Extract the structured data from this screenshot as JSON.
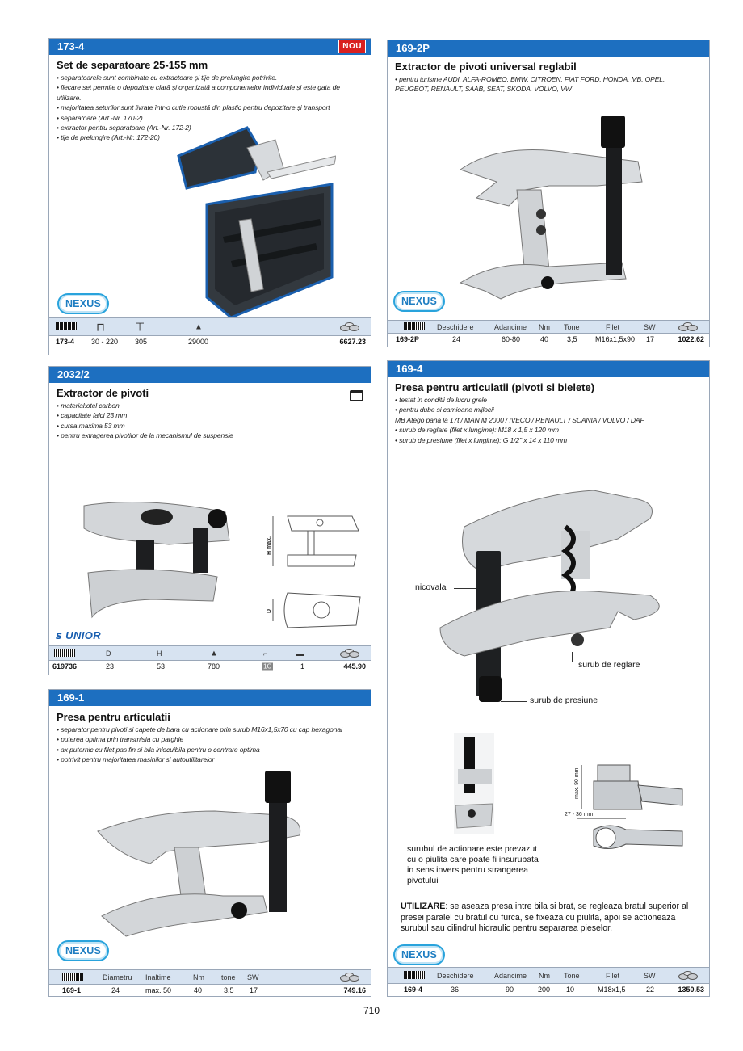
{
  "page_number": "710",
  "cards": {
    "c1734": {
      "code": "173-4",
      "badge": "NOU",
      "title": "Set de separatoare 25-155 mm",
      "bullets": [
        "separatoarele sunt combinate cu extractoare și tije de prelungire potrivite.",
        "fiecare set permite o depozitare clară și organizată a  componentelor individuale și este gata de",
        "utilizare.",
        "majoritatea seturilor sunt livrate într-o cutie robustă din plastic pentru depozitare și transport",
        "separatoare (Art.-Nr. 170-2)",
        "extractor pentru separatoare (Art.-Nr. 172-2)",
        "tije de prelungire (Art.-Nr. 172-20)"
      ],
      "brand": "NEXUS",
      "row": [
        "173-4",
        "30 - 220",
        "305",
        "29000",
        "6627.23"
      ]
    },
    "c1692p": {
      "code": "169-2P",
      "title": "Extractor de pivoti universal reglabil",
      "bullets": [
        "pentru turisme AUDI, ALFA-ROMEO, BMW, CITROEN, FIAT FORD, HONDA, MB, OPEL,",
        "PEUGEOT, RENAULT, SAAB, SEAT, SKODA, VOLVO, VW"
      ],
      "brand": "NEXUS",
      "headers": [
        "Deschidere",
        "Adancime",
        "Nm",
        "Tone",
        "Filet",
        "SW"
      ],
      "row": [
        "169-2P",
        "24",
        "60-80",
        "40",
        "3,5",
        "M16x1,5x90",
        "17",
        "1022.62"
      ]
    },
    "c2032": {
      "code": "2032/2",
      "title": "Extractor de pivoti",
      "bullets": [
        "material:otel carbon",
        "capacitate falci 23 mm",
        "cursa maxima 53 mm",
        "pentru extragerea pivotilor de la mecanismul de suspensie"
      ],
      "brand": "UNIOR",
      "dim_h": "H max.",
      "dim_d": "D",
      "headers": [
        "D",
        "H"
      ],
      "row": [
        "619736",
        "23",
        "53",
        "780",
        "1C",
        "1",
        "445.90"
      ]
    },
    "c1694": {
      "code": "169-4",
      "title": "Presa pentru articulatii (pivoti si bielete)",
      "bullets": [
        "testat in conditii de lucru grele",
        "pentru dube si camioane mijlocii",
        "MB Atego pana la 17t / MAN M 2000 / IVECO / RENAULT / SCANIA / VOLVO / DAF",
        "surub de reglare (filet x lungime): M18 x 1,5 x 120 mm",
        "surub de presiune (filet x lungime): G 1/2\" x 14 x 110 mm"
      ],
      "labels": {
        "anvil": "nicovala",
        "adjust": "surub de reglare",
        "pressure": "surub de presiune",
        "max90": "max. 90 mm",
        "range": "27 - 36 mm"
      },
      "note": "surubul de actionare este prevazut cu o piulita care poate fi insurubata in sens invers pentru strangerea pivotului",
      "usage_lead": "UTILIZARE",
      "usage_text": ": se aseaza presa intre bila si brat, se regleaza bratul superior al presei paralel cu bratul cu furca, se fixeaza cu piulita, apoi se actioneaza surubul sau cilindrul hidraulic pentru separarea pieselor.",
      "brand": "NEXUS",
      "headers": [
        "Deschidere",
        "Adancime",
        "Nm",
        "Tone",
        "Filet",
        "SW"
      ],
      "row": [
        "169-4",
        "36",
        "90",
        "200",
        "10",
        "M18x1,5",
        "22",
        "1350.53"
      ]
    },
    "c1691": {
      "code": "169-1",
      "title": "Presa pentru articulatii",
      "bullets": [
        "separator pentru pivoti si capete de bara cu actionare prin surub M16x1,5x70 cu cap hexagonal",
        "puterea optima prin transmisia cu parghie",
        "ax puternic cu filet pas fin si bila inlocuibila pentru o centrare optima",
        "potrivit pentru majoritatea masinilor si autoutilitarelor"
      ],
      "brand": "NEXUS",
      "headers": [
        "Diametru",
        "Inaltime",
        "Nm",
        "tone",
        "SW"
      ],
      "row": [
        "169-1",
        "24",
        "max. 50",
        "40",
        "3,5",
        "17",
        "749.16"
      ]
    }
  }
}
